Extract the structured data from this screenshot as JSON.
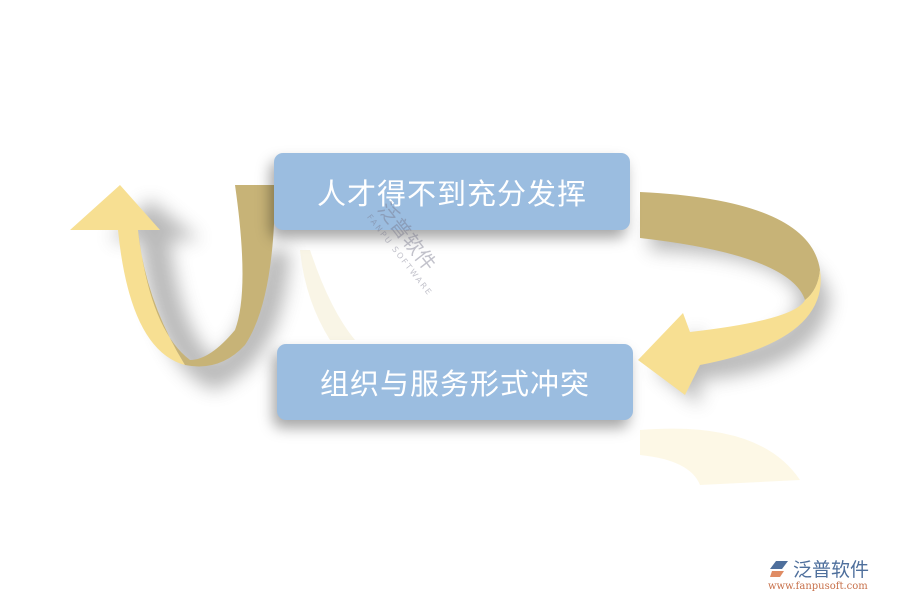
{
  "diagram": {
    "type": "cycle",
    "nodes": [
      {
        "id": "top",
        "label": "人才得不到充分发挥"
      },
      {
        "id": "bottom",
        "label": "组织与服务形式冲突"
      }
    ],
    "edges": [
      {
        "from": "top",
        "to": "bottom",
        "style": "curved-arrow-right"
      },
      {
        "from": "bottom",
        "to": "top",
        "style": "curved-arrow-left-up"
      }
    ],
    "colors": {
      "box_fill": "#9bbde0",
      "box_text": "#ffffff",
      "arrow_light": "#f7df92",
      "arrow_dark": "#c7b377"
    }
  },
  "watermark": {
    "cn": "泛普软件",
    "en": "FANPU SOFTWARE"
  },
  "logo": {
    "icon": "fanpu-logo-icon",
    "name": "泛普软件",
    "url": "www.fanpusoft.com"
  }
}
